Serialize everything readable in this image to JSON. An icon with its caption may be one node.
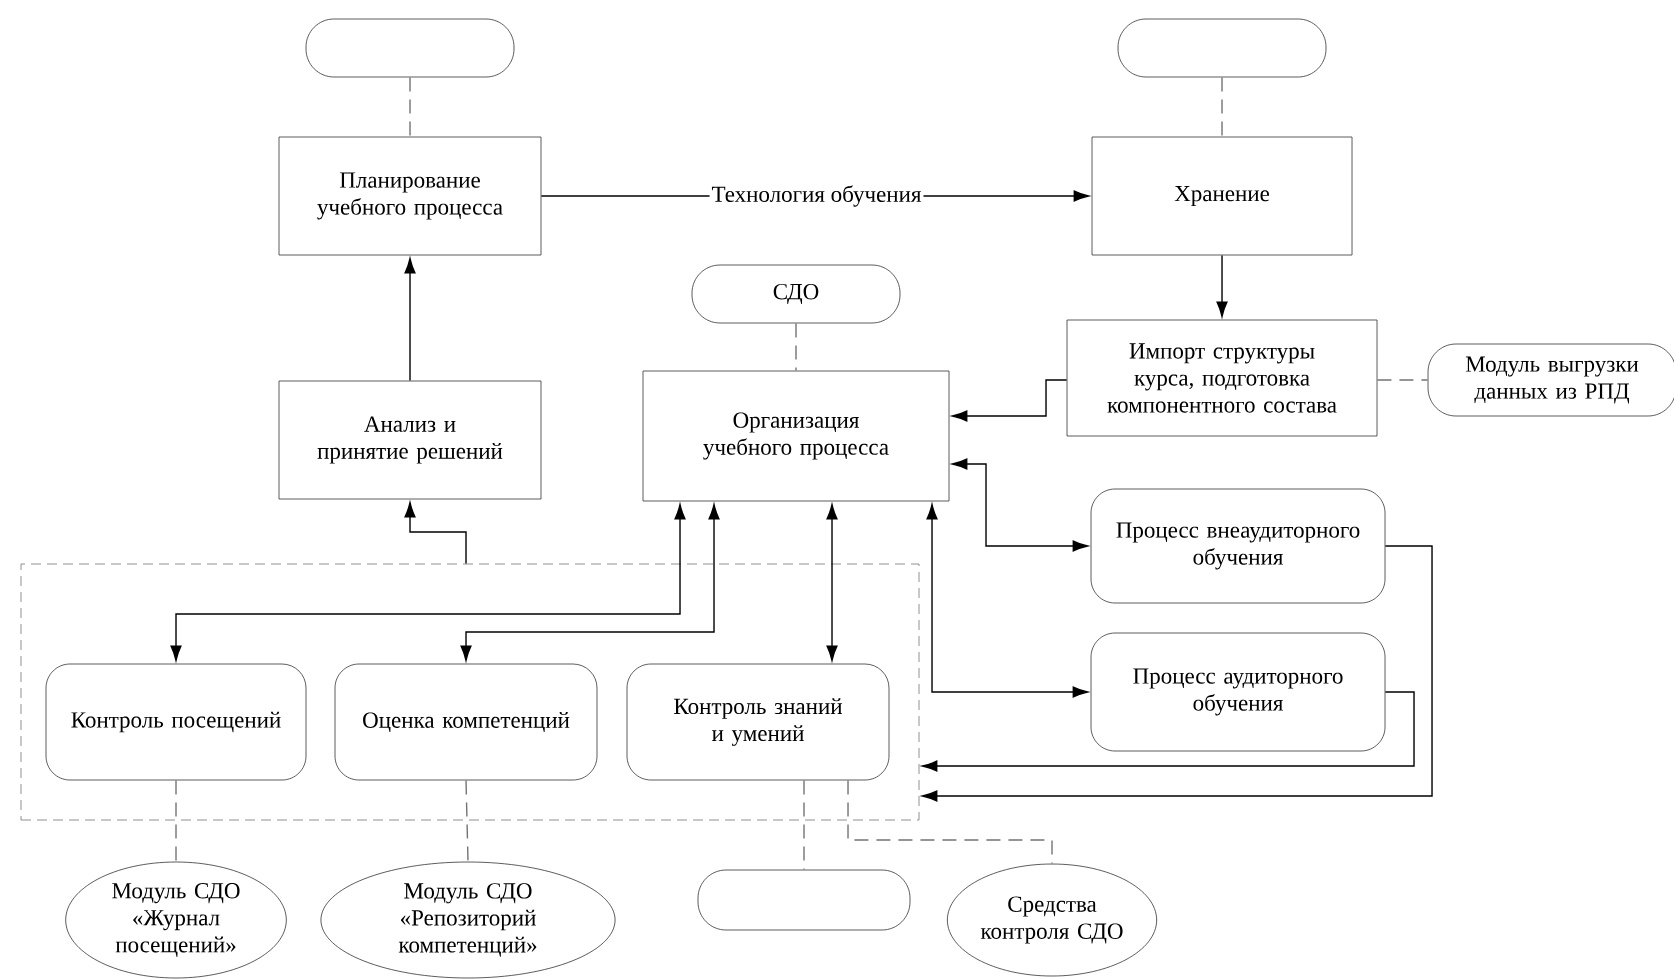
{
  "diagram": {
    "nodes": [
      {
        "text": [],
        "shape": "capsule"
      },
      {
        "text": [
          "Планирование учебного процесса"
        ]
      },
      {
        "text": [],
        "shape": "capsule"
      },
      {
        "text": [
          "Хранение"
        ]
      },
      {
        "text": [
          "Анализ и принятие решений"
        ]
      },
      {
        "text": [
          "СДО"
        ]
      },
      {
        "text": [
          "Организация учебного процесса"
        ]
      },
      {
        "text": [
          "Импорт структуры курса, подготовка компонентного состава"
        ]
      },
      {
        "text": [
          "Модуль выгрузки данных из РПД"
        ]
      },
      {
        "text": [],
        "shape": "box"
      },
      {
        "text": [
          "Процесс внеаудиторного обучения"
        ]
      },
      {
        "text": [
          "Процесс аудиторного обучения"
        ]
      },
      {
        "text": [
          "Контроль посещений"
        ],
        "in": 9
      },
      {
        "text": [
          "Оценка компетенций"
        ],
        "in": 9
      },
      {
        "text": [
          "Контроль знаний и умений"
        ],
        "in": 9
      },
      {
        "text": [
          "Модуль СДО «Журнал посещений»"
        ]
      },
      {
        "text": [
          "Модуль СДО «Репозиторий компетенций»"
        ]
      },
      {
        "text": [],
        "shape": "capsule"
      },
      {
        "text": [
          "Средства контроля СДО"
        ]
      }
    ],
    "edges": [
      {
        "from": 0,
        "to": 1,
        "arrow": "none",
        "style": "dashed",
        "color": "#737373"
      },
      {
        "from": 2,
        "to": 3,
        "arrow": "none",
        "style": "dashed",
        "color": "#737373"
      },
      {
        "from": 1,
        "to": 3,
        "arrow": "to",
        "label": "Технология обучения"
      },
      {
        "from": 3,
        "to": 7,
        "arrow": "to"
      },
      {
        "from": 7,
        "to": 6,
        "arrow": "to"
      },
      {
        "from": 7,
        "to": 8,
        "arrow": "none",
        "style": "dashed",
        "color": "#737373"
      },
      {
        "from": 5,
        "to": 6,
        "arrow": "none",
        "style": "dashed",
        "color": "#737373"
      },
      {
        "from": 4,
        "to": 1,
        "arrow": "to"
      },
      {
        "from": 9,
        "to": 4,
        "arrow": "to"
      },
      {
        "from": 6,
        "to": 12,
        "arrow": "both"
      },
      {
        "from": 6,
        "to": 13,
        "arrow": "both"
      },
      {
        "from": 6,
        "to": 14,
        "arrow": "both"
      },
      {
        "from": 6,
        "to": 10,
        "arrow": "both"
      },
      {
        "from": 6,
        "to": 11,
        "arrow": "both"
      },
      {
        "from": 10,
        "to": 9,
        "arrow": "to"
      },
      {
        "from": 11,
        "to": 9,
        "arrow": "to"
      },
      {
        "from": 12,
        "to": 15,
        "arrow": "none",
        "style": "dashed",
        "color": "#737373"
      },
      {
        "from": 13,
        "to": 16,
        "arrow": "none",
        "style": "dashed",
        "color": "#737373"
      },
      {
        "from": 14,
        "to": 17,
        "arrow": "none",
        "style": "dashed",
        "color": "#737373"
      },
      {
        "from": 14,
        "to": 18,
        "arrow": "none",
        "style": "dashed",
        "color": "#737373"
      }
    ]
  }
}
